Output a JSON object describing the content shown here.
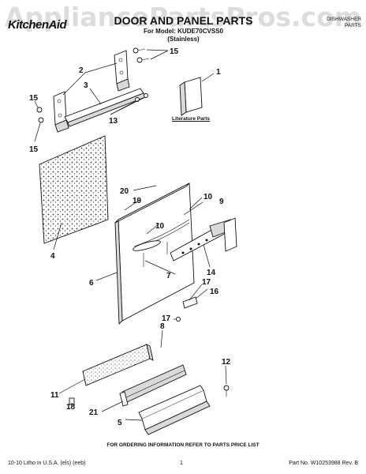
{
  "header": {
    "watermark": "AppliancePartsPros.com",
    "brand": "KitchenAid",
    "title": "DOOR AND PANEL PARTS",
    "model_line": "For Model: KUDE70CVSS0",
    "variant": "(Stainless)",
    "product_line1": "DISHWASHER",
    "product_line2": "PARTS"
  },
  "literature_label": "Literature Parts",
  "callouts": [
    "1",
    "2",
    "3",
    "4",
    "5",
    "6",
    "7",
    "8",
    "9",
    "10",
    "11",
    "12",
    "13",
    "14",
    "15",
    "16",
    "17",
    "18",
    "19",
    "20",
    "21"
  ],
  "callout_labels": {
    "c1": "1",
    "c2": "2",
    "c3": "3",
    "c4": "4",
    "c5": "5",
    "c6": "6",
    "c7": "7",
    "c8": "8",
    "c9": "9",
    "c10a": "10",
    "c10b": "10",
    "c11": "11",
    "c12": "12",
    "c13": "13",
    "c14": "14",
    "c15a": "15",
    "c15b": "15",
    "c15c": "15",
    "c16": "16",
    "c17a": "17",
    "c17b": "17",
    "c18": "18",
    "c19": "19",
    "c20": "20",
    "c21": "21"
  },
  "ordering_info": "FOR ORDERING INFORMATION REFER TO PARTS PRICE LIST",
  "footer": {
    "left": "10-10 Litho in U.S.A. (els) (eeb)",
    "page": "1",
    "right": "Part No. W10253988 Rev. B"
  }
}
